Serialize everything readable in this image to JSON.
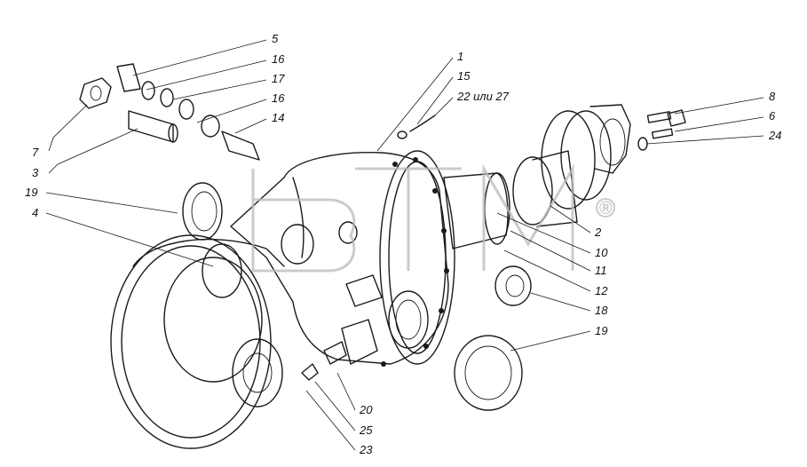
{
  "watermark": {
    "brand": "ВТМ",
    "registered_mark": "®"
  },
  "callouts": [
    {
      "id": "5",
      "text": "5"
    },
    {
      "id": "16a",
      "text": "16"
    },
    {
      "id": "17",
      "text": "17"
    },
    {
      "id": "16b",
      "text": "16"
    },
    {
      "id": "14",
      "text": "14"
    },
    {
      "id": "7",
      "text": "7"
    },
    {
      "id": "3",
      "text": "3"
    },
    {
      "id": "19a",
      "text": "19"
    },
    {
      "id": "4",
      "text": "4"
    },
    {
      "id": "1",
      "text": "1"
    },
    {
      "id": "15",
      "text": "15"
    },
    {
      "id": "22",
      "text": "22 или 27"
    },
    {
      "id": "8",
      "text": "8"
    },
    {
      "id": "6",
      "text": "6"
    },
    {
      "id": "24",
      "text": "24"
    },
    {
      "id": "2",
      "text": "2"
    },
    {
      "id": "10",
      "text": "10"
    },
    {
      "id": "11",
      "text": "11"
    },
    {
      "id": "12",
      "text": "12"
    },
    {
      "id": "18",
      "text": "18"
    },
    {
      "id": "19b",
      "text": "19"
    },
    {
      "id": "20",
      "text": "20"
    },
    {
      "id": "25",
      "text": "25"
    },
    {
      "id": "23",
      "text": "23"
    }
  ]
}
